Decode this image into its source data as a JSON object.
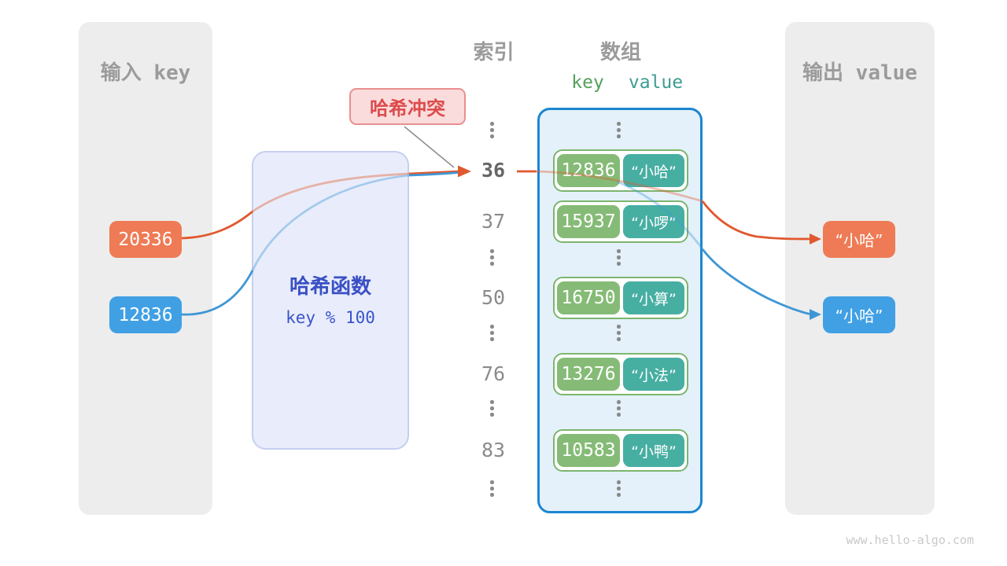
{
  "page": {
    "watermark": "www.hello-algo.com"
  },
  "colors": {
    "line_orange": "#E0592E",
    "line_blue": "#3E97D4",
    "line_gray": "#8F8F8F",
    "chip_orange": "#EE7B55",
    "chip_blue": "#41A0E4",
    "key_green": "#85BB76",
    "value_teal": "#47AEA2",
    "row_border_green": "#7DB56E",
    "array_border_blue": "#1C86D1",
    "array_bg": "#E4F1FA",
    "hash_bg": "#E9EDFB",
    "hash_text": "#3A50C4",
    "collision_bg": "#FBDCDC",
    "collision_text": "#DC4B4B",
    "panel_bg": "#EDEDED",
    "heading_gray": "#9B9B9B"
  },
  "input_panel": {
    "title": "输入 key",
    "keys": [
      "20336",
      "12836"
    ]
  },
  "hash_box": {
    "title": "哈希函数",
    "formula": "key % 100"
  },
  "collision_label": {
    "text": "哈希冲突"
  },
  "index_column": {
    "title": "索引",
    "items": [
      "36",
      "37",
      "50",
      "76",
      "83"
    ],
    "highlighted": "36"
  },
  "array_panel": {
    "title": "数组",
    "key_header": "key",
    "value_header": "value",
    "rows": [
      {
        "key": "12836",
        "value": "“小哈”"
      },
      {
        "key": "15937",
        "value": "“小啰”"
      },
      {
        "key": "16750",
        "value": "“小算”"
      },
      {
        "key": "13276",
        "value": "“小法”"
      },
      {
        "key": "10583",
        "value": "“小鸭”"
      }
    ]
  },
  "output_panel": {
    "title": "输出 value",
    "values": [
      "“小哈”",
      "“小哈”"
    ]
  }
}
